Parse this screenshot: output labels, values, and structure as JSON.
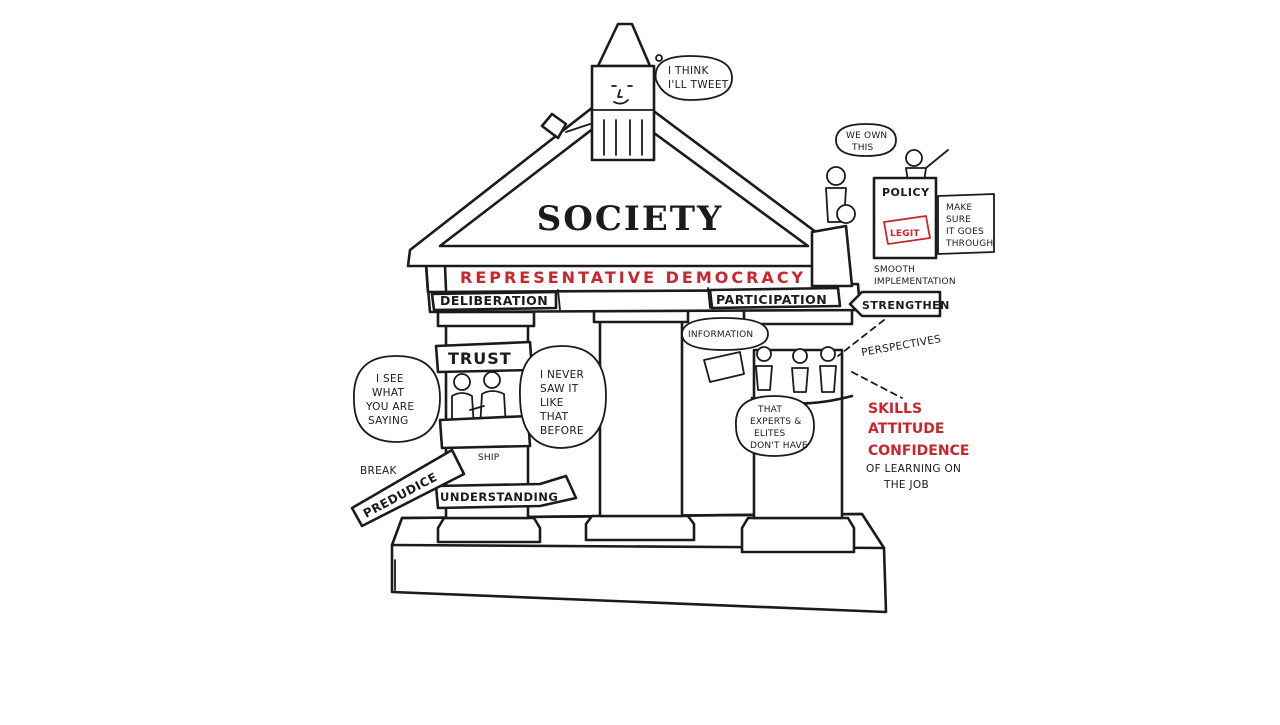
{
  "diagram": {
    "title": "SOCIETY",
    "banner": "REPRESENTATIVE DEMOCRACY",
    "left_beam": "DELIBERATION",
    "right_beam": "PARTICIPATION",
    "tower_speech": [
      "I THINK",
      "I'LL TWEET"
    ],
    "left_pillar": {
      "trust": "TRUST",
      "ship": "SHIP",
      "speech_left": [
        "I SEE",
        "WHAT",
        "YOU ARE",
        "SAYING"
      ],
      "speech_right": [
        "I NEVER",
        "SAW IT",
        "LIKE",
        "THAT",
        "BEFORE"
      ],
      "break": "BREAK",
      "prejudice": "PREDUDICE",
      "understanding": "UNDERSTANDING"
    },
    "right_pillar": {
      "information": "INFORMATION",
      "speech": [
        "THAT",
        "EXPERTS &",
        "ELITES",
        "DON'T HAVE"
      ]
    },
    "right_side": {
      "we_own_this": [
        "WE OWN",
        "THIS"
      ],
      "policy": "POLICY",
      "legit": "LEGIT",
      "make_sure": [
        "MAKE",
        "SURE",
        "IT GOES",
        "THROUGH"
      ],
      "smooth": [
        "SMOOTH",
        "IMPLEMENTATION"
      ],
      "strengthen": "STRENGTHEN",
      "perspectives": "PERSPECTIVES",
      "skills_red": [
        "SKILLS",
        "ATTITUDE",
        "CONFIDENCE"
      ],
      "learning": [
        "OF LEARNING ON",
        "THE JOB"
      ]
    },
    "colors": {
      "ink": "#1b1b1b",
      "accent": "#c9252c",
      "background": "#ffffff"
    }
  }
}
